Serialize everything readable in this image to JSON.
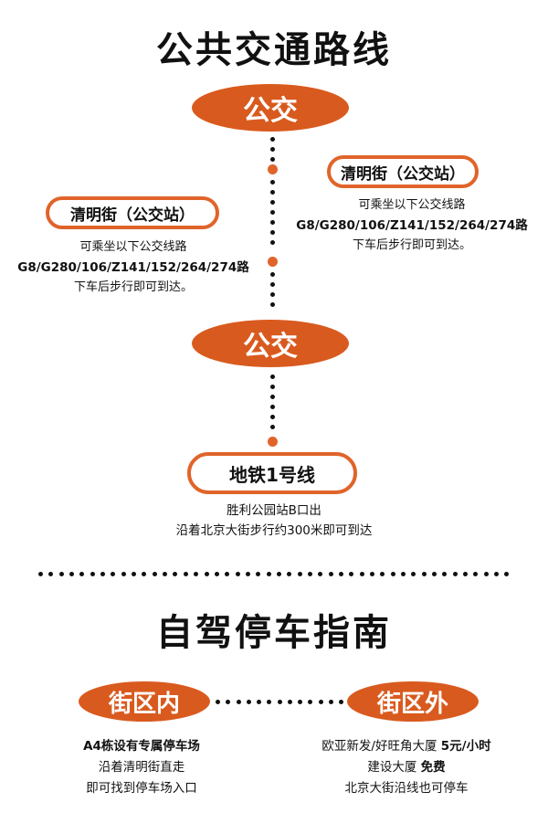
{
  "transit": {
    "title": "公共交通路线",
    "bus_label_top": "公交",
    "bus_label_mid": "公交",
    "right_stop": {
      "name": "清明街（公交站）",
      "line1": "可乘坐以下公交线路",
      "routes": "G8/G280/106/Z141/152/264/274路",
      "line3": "下车后步行即可到达。"
    },
    "left_stop": {
      "name": "清明街（公交站）",
      "line1": "可乘坐以下公交线路",
      "routes": "G8/G280/106/Z141/152/264/274路",
      "line3": "下车后步行即可到达。"
    },
    "metro": {
      "name": "地铁1号线",
      "line1": "胜利公园站B口出",
      "line2": "沿着北京大街步行约300米即可到达"
    }
  },
  "parking": {
    "title": "自驾停车指南",
    "inside_label": "街区内",
    "outside_label": "街区外",
    "inside": {
      "line1": "A4栋设有专属停车场",
      "line2": "沿着清明街直走",
      "line3": "即可找到停车场入口"
    },
    "outside": {
      "line1_prefix": "欧亚新发/好旺角大厦 ",
      "line1_price": "5元/小时",
      "line2_prefix": "建设大厦 ",
      "line2_price": "免费",
      "line3": "北京大街沿线也可停车"
    }
  },
  "colors": {
    "accent": "#d95a1e",
    "accent_border": "#e0642a",
    "text": "#111111"
  }
}
